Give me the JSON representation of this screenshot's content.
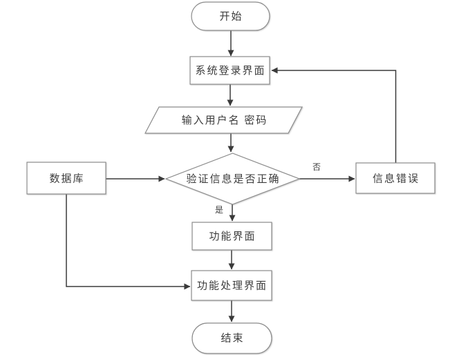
{
  "diagram": {
    "type": "flowchart",
    "colors": {
      "background": "#ffffff",
      "shape_border": "#8a8a8a",
      "shape_fill": "#ffffff",
      "edge_line": "#3a3a3a",
      "text": "#3c3c3c"
    },
    "nodes": {
      "start": {
        "label": "开始",
        "shape": "terminator"
      },
      "login": {
        "label": "系统登录界面",
        "shape": "process"
      },
      "input": {
        "label": "输入用户名 密码",
        "shape": "data-parallelogram"
      },
      "decision": {
        "label": "验证信息是否正确",
        "shape": "decision-diamond"
      },
      "database": {
        "label": "数据库",
        "shape": "process"
      },
      "error": {
        "label": "信息错误",
        "shape": "process"
      },
      "function": {
        "label": "功能界面",
        "shape": "process"
      },
      "process": {
        "label": "功能处理界面",
        "shape": "process"
      },
      "end": {
        "label": "结束",
        "shape": "terminator"
      }
    },
    "edge_labels": {
      "yes": "是",
      "no": "否"
    },
    "edges": [
      {
        "from": "start",
        "to": "login"
      },
      {
        "from": "login",
        "to": "input"
      },
      {
        "from": "input",
        "to": "decision"
      },
      {
        "from": "decision",
        "to": "error",
        "label": "否"
      },
      {
        "from": "error",
        "to": "login"
      },
      {
        "from": "decision",
        "to": "function",
        "label": "是"
      },
      {
        "from": "function",
        "to": "process"
      },
      {
        "from": "database",
        "to": "decision"
      },
      {
        "from": "database",
        "to": "process"
      },
      {
        "from": "process",
        "to": "end"
      }
    ]
  }
}
